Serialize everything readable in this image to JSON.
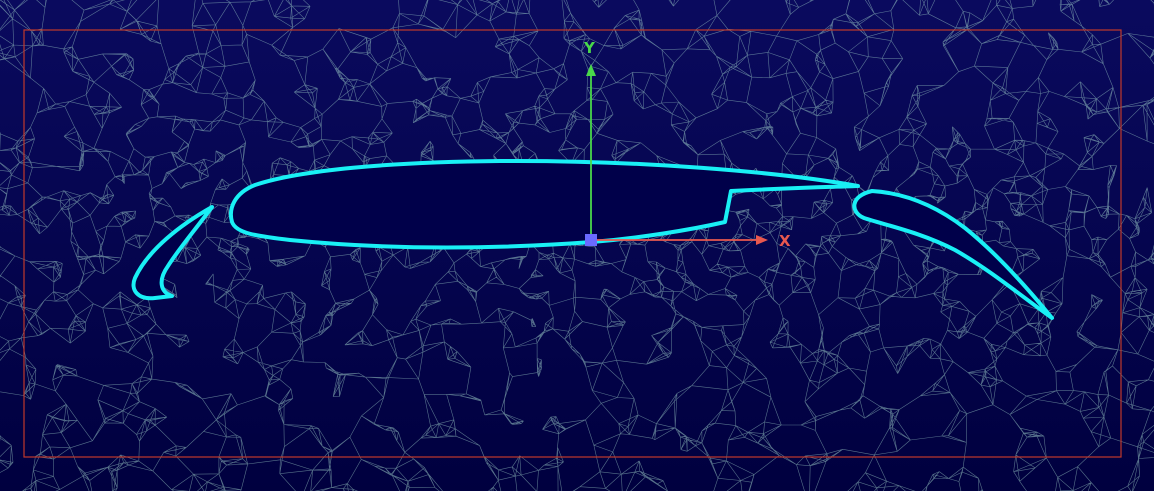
{
  "viewport": {
    "background_top": "#0a0a5e",
    "background_bottom": "#00003f"
  },
  "mesh": {
    "edge_color": "#9fd0c8",
    "edge_opacity": 0.55
  },
  "domain_box": {
    "stroke": "#c0392b"
  },
  "geometry": {
    "outline_color": "#19f0f5",
    "fill_color": "#00004a",
    "elements": [
      {
        "name": "slat"
      },
      {
        "name": "main-element"
      },
      {
        "name": "flap"
      }
    ]
  },
  "triad": {
    "x_label": "X",
    "y_label": "Y",
    "x_color": "#e8584f",
    "y_color": "#49d84a",
    "origin_color": "#6a6aff"
  }
}
